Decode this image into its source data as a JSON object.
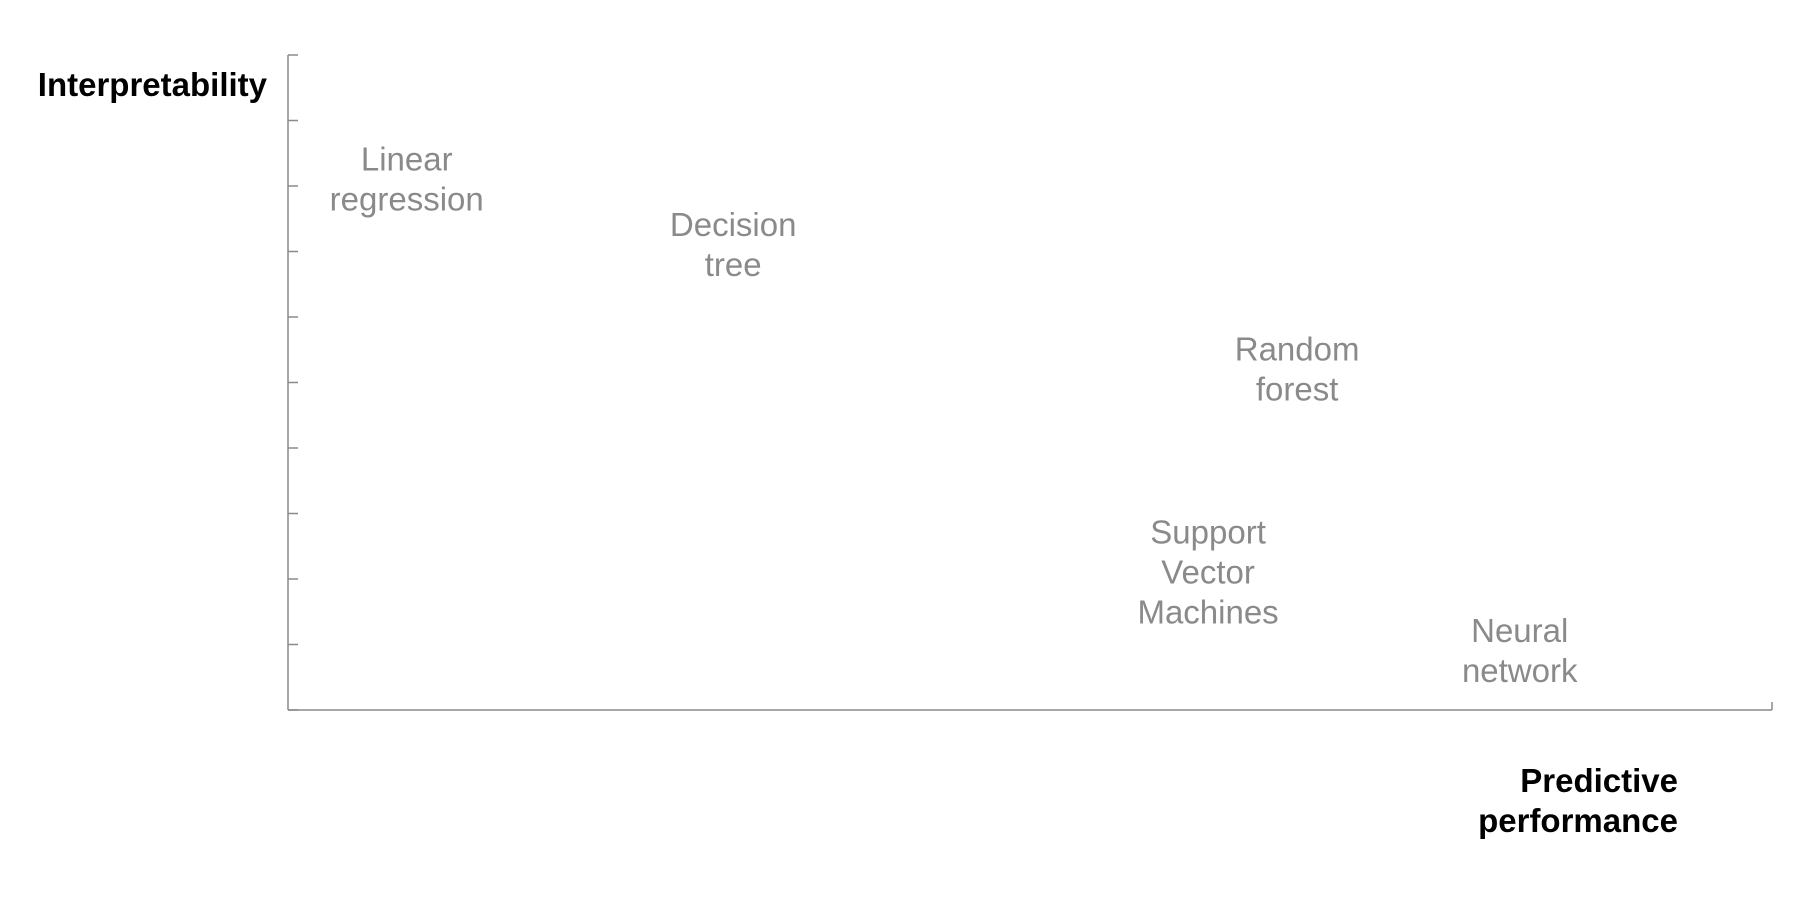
{
  "chart_data": {
    "type": "scatter",
    "title": "",
    "xlabel": [
      "Predictive",
      "performance"
    ],
    "ylabel": "Interpretability",
    "xlim": [
      0,
      10
    ],
    "ylim": [
      0,
      10
    ],
    "y_ticks": [
      0,
      1,
      2,
      3,
      4,
      5,
      6,
      7,
      8,
      9,
      10
    ],
    "grid": false,
    "legend": "none",
    "points": [
      {
        "lines": [
          "Linear",
          "regression"
        ],
        "x": 0.8,
        "y": 8.1
      },
      {
        "lines": [
          "Decision",
          "tree"
        ],
        "x": 3.0,
        "y": 7.1
      },
      {
        "lines": [
          "Random",
          "forest"
        ],
        "x": 6.8,
        "y": 5.2
      },
      {
        "lines": [
          "Support",
          "Vector",
          "Machines"
        ],
        "x": 6.2,
        "y": 2.1
      },
      {
        "lines": [
          "Neural",
          "network"
        ],
        "x": 8.3,
        "y": 0.9
      }
    ],
    "colors": {
      "axis": "#8a8a8a",
      "label": "#8a8a8a",
      "title": "#000000"
    }
  }
}
